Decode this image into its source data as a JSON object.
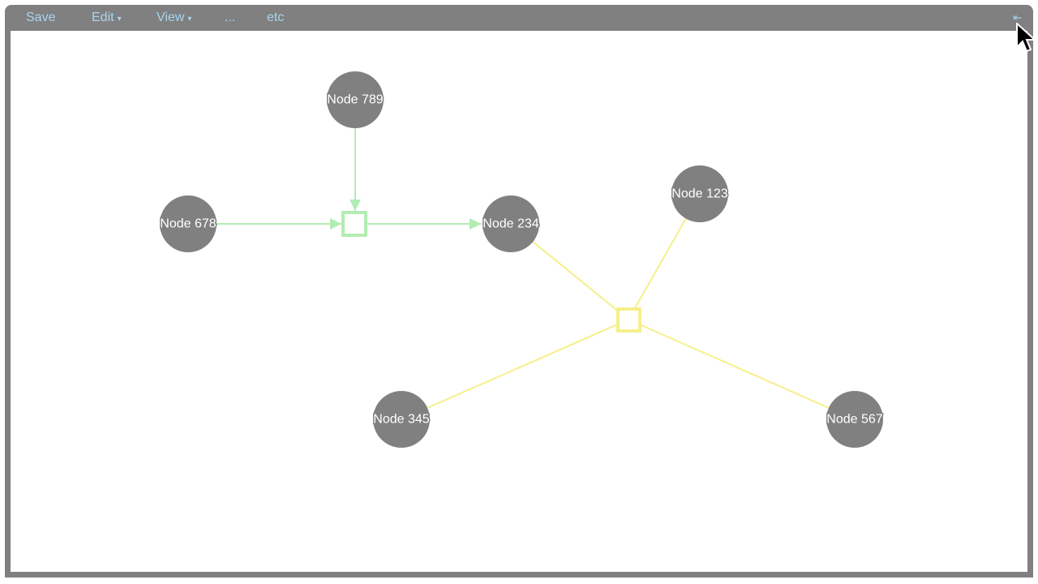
{
  "toolbar": {
    "save": "Save",
    "edit": "Edit",
    "view": "View",
    "more": "...",
    "etc": "etc",
    "caret": "▾",
    "collapse_icon": "⇤"
  },
  "colors": {
    "node": "#808080",
    "green_link": "#b3ecb3",
    "yellow_link": "#f5f08a",
    "menu_text": "#a8d4f0"
  },
  "nodes": {
    "n789": "Node 789",
    "n678": "Node 678",
    "n234": "Node 234",
    "n123": "Node 123",
    "n345": "Node 345",
    "n567": "Node 567"
  }
}
